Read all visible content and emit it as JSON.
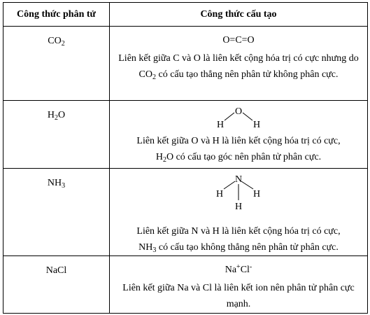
{
  "header": {
    "col1": "Công thức phân tử",
    "col2": "Công thức cấu tạo"
  },
  "rows": [
    {
      "formula": {
        "main": "CO",
        "sub": "2"
      },
      "structure": "O=C=O",
      "note": {
        "before": "Liên kết giữa C và O là liên kết cộng hóa trị có cực nhưng do CO",
        "sub": "2",
        "after": " có cấu tạo thẳng nên phân tử không phân cực."
      }
    },
    {
      "formula": {
        "main": "H",
        "sub": "2",
        "tail": "O"
      },
      "structure_atoms": {
        "center": "O",
        "left": "H",
        "right": "H"
      },
      "note": {
        "line1": "Liên kết giữa O và H là liên kết cộng hóa trị có cực,",
        "line2_before": "H",
        "line2_sub": "2",
        "line2_after": "O có cấu tạo góc nên phân tử phân cực."
      }
    },
    {
      "formula": {
        "main": "NH",
        "sub": "3"
      },
      "structure_atoms": {
        "center": "N",
        "left": "H",
        "right": "H",
        "bottom": "H"
      },
      "note": {
        "line1": "Liên kết giữa N và H là liên kết cộng hóa trị có cực,",
        "line2_before": "NH",
        "line2_sub": "3",
        "line2_after": " có cấu tạo không thẳng nên phân tử phân cực."
      }
    },
    {
      "formula": {
        "main": "NaCl"
      },
      "structure": {
        "na": "Na",
        "na_sup": "+",
        "cl": "Cl",
        "cl_sup": "-"
      },
      "note": {
        "text": "Liên kết giữa Na và Cl là liên kết ion nên phân tử phân cực mạnh."
      }
    }
  ]
}
